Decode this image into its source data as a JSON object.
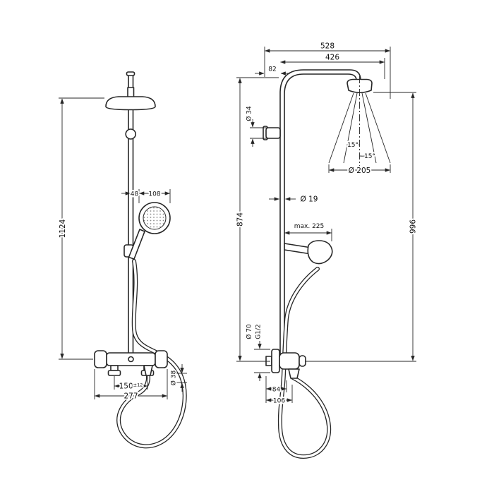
{
  "canvas": {
    "background": "#ffffff",
    "line_color": "#262626"
  },
  "front_view": {
    "dims": {
      "total_height": "1124",
      "handshower_offset": "48",
      "handshower_diameter": "108",
      "connection_spacing": "150",
      "connection_tolerance": "±12",
      "valve_width": "277",
      "hose_nut_diameter": "Ø 38"
    }
  },
  "side_view": {
    "dims": {
      "total_projection": "528",
      "head_projection": "426",
      "riser_offset": "82",
      "bracket_diameter": "Ø 34",
      "riser_height": "874",
      "head_height": "996",
      "pipe_diameter": "Ø 19",
      "holder_reach": "max. 225",
      "spray_angle_inner": "15°",
      "spray_angle_outer": "15°",
      "spray_diameter": "Ø 205",
      "escutcheon_diameter": "Ø 70",
      "connection_thread": "G1/2",
      "depth_upper": "84",
      "depth_lower": "106"
    }
  }
}
